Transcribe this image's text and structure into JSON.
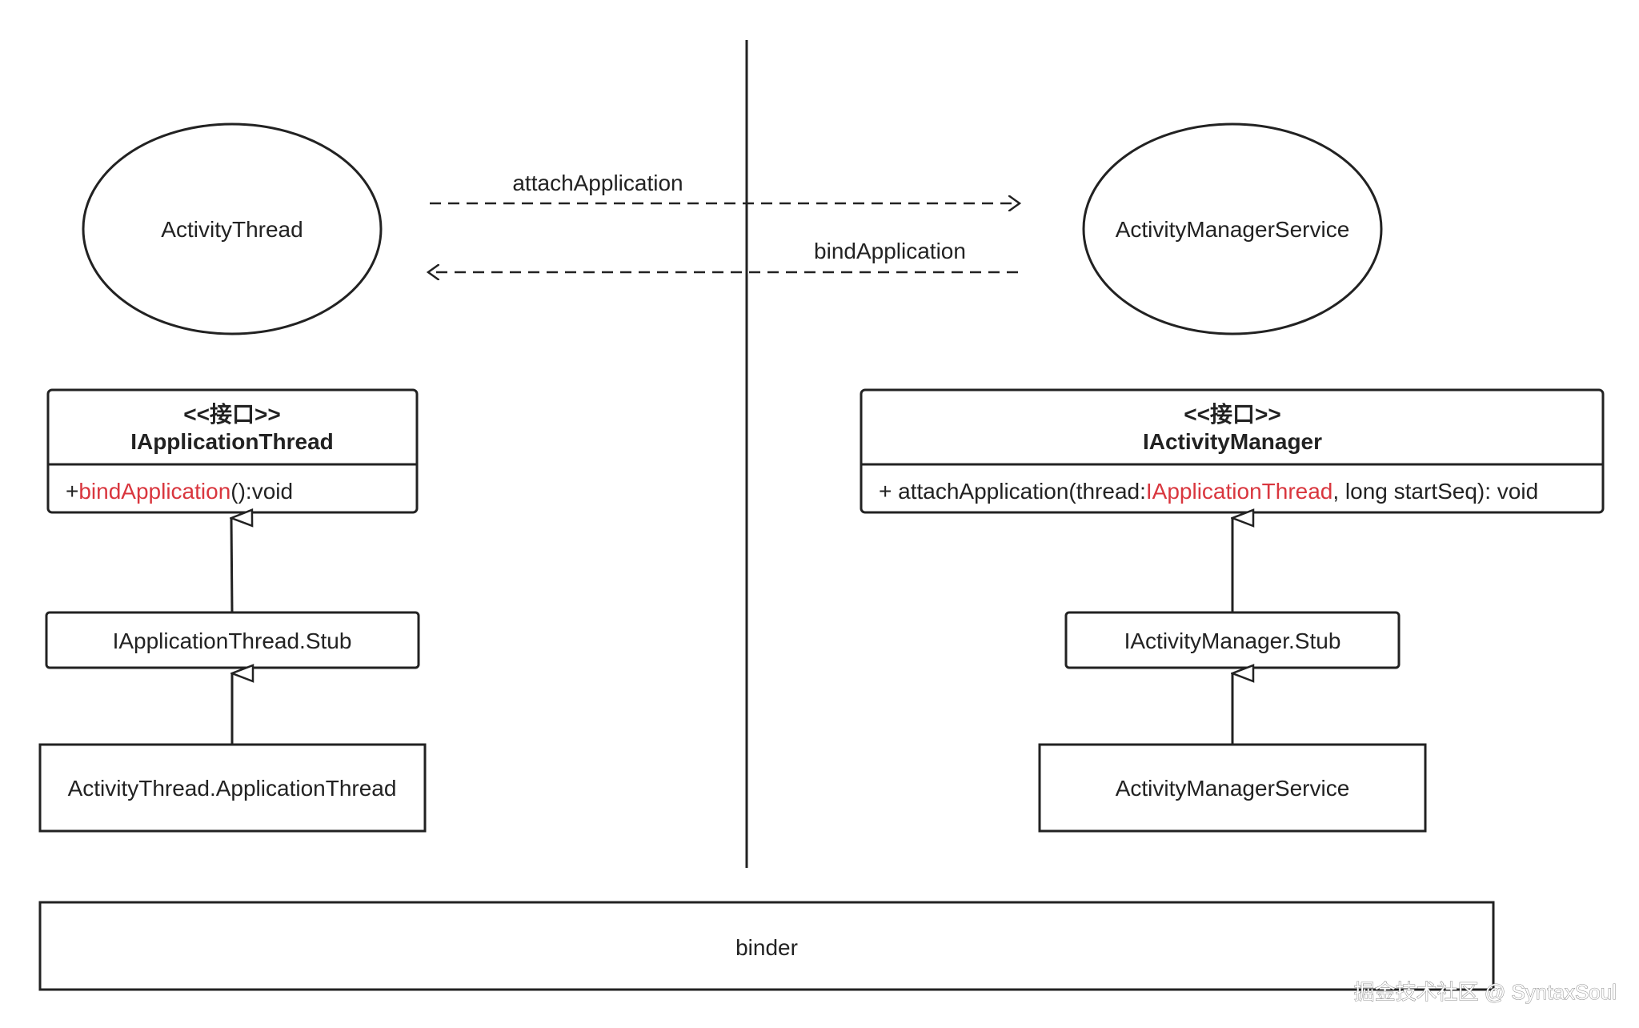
{
  "left": {
    "ellipse_label": "ActivityThread",
    "interface": {
      "stereotype": "<<接口>>",
      "name": "IApplicationThread",
      "method_prefix": "+",
      "method_name": "bindApplication",
      "method_suffix": "():void"
    },
    "stub": "IApplicationThread.Stub",
    "impl": "ActivityThread.ApplicationThread"
  },
  "right": {
    "ellipse_label": "ActivityManagerService",
    "interface": {
      "stereotype": "<<接口>>",
      "name": "IActivityManager",
      "method_prefix": "+ attachApplication(thread:",
      "method_type": "IApplicationThread",
      "method_suffix": ", long startSeq): void"
    },
    "stub": "IActivityManager.Stub",
    "impl": "ActivityManagerService"
  },
  "messages": {
    "to_right": "attachApplication",
    "to_left": "bindApplication"
  },
  "binder_label": "binder",
  "watermark": "掘金技术社区 @ SyntaxSoul",
  "colors": {
    "line": "#222222",
    "highlight": "#d9363e",
    "background": "#ffffff"
  }
}
